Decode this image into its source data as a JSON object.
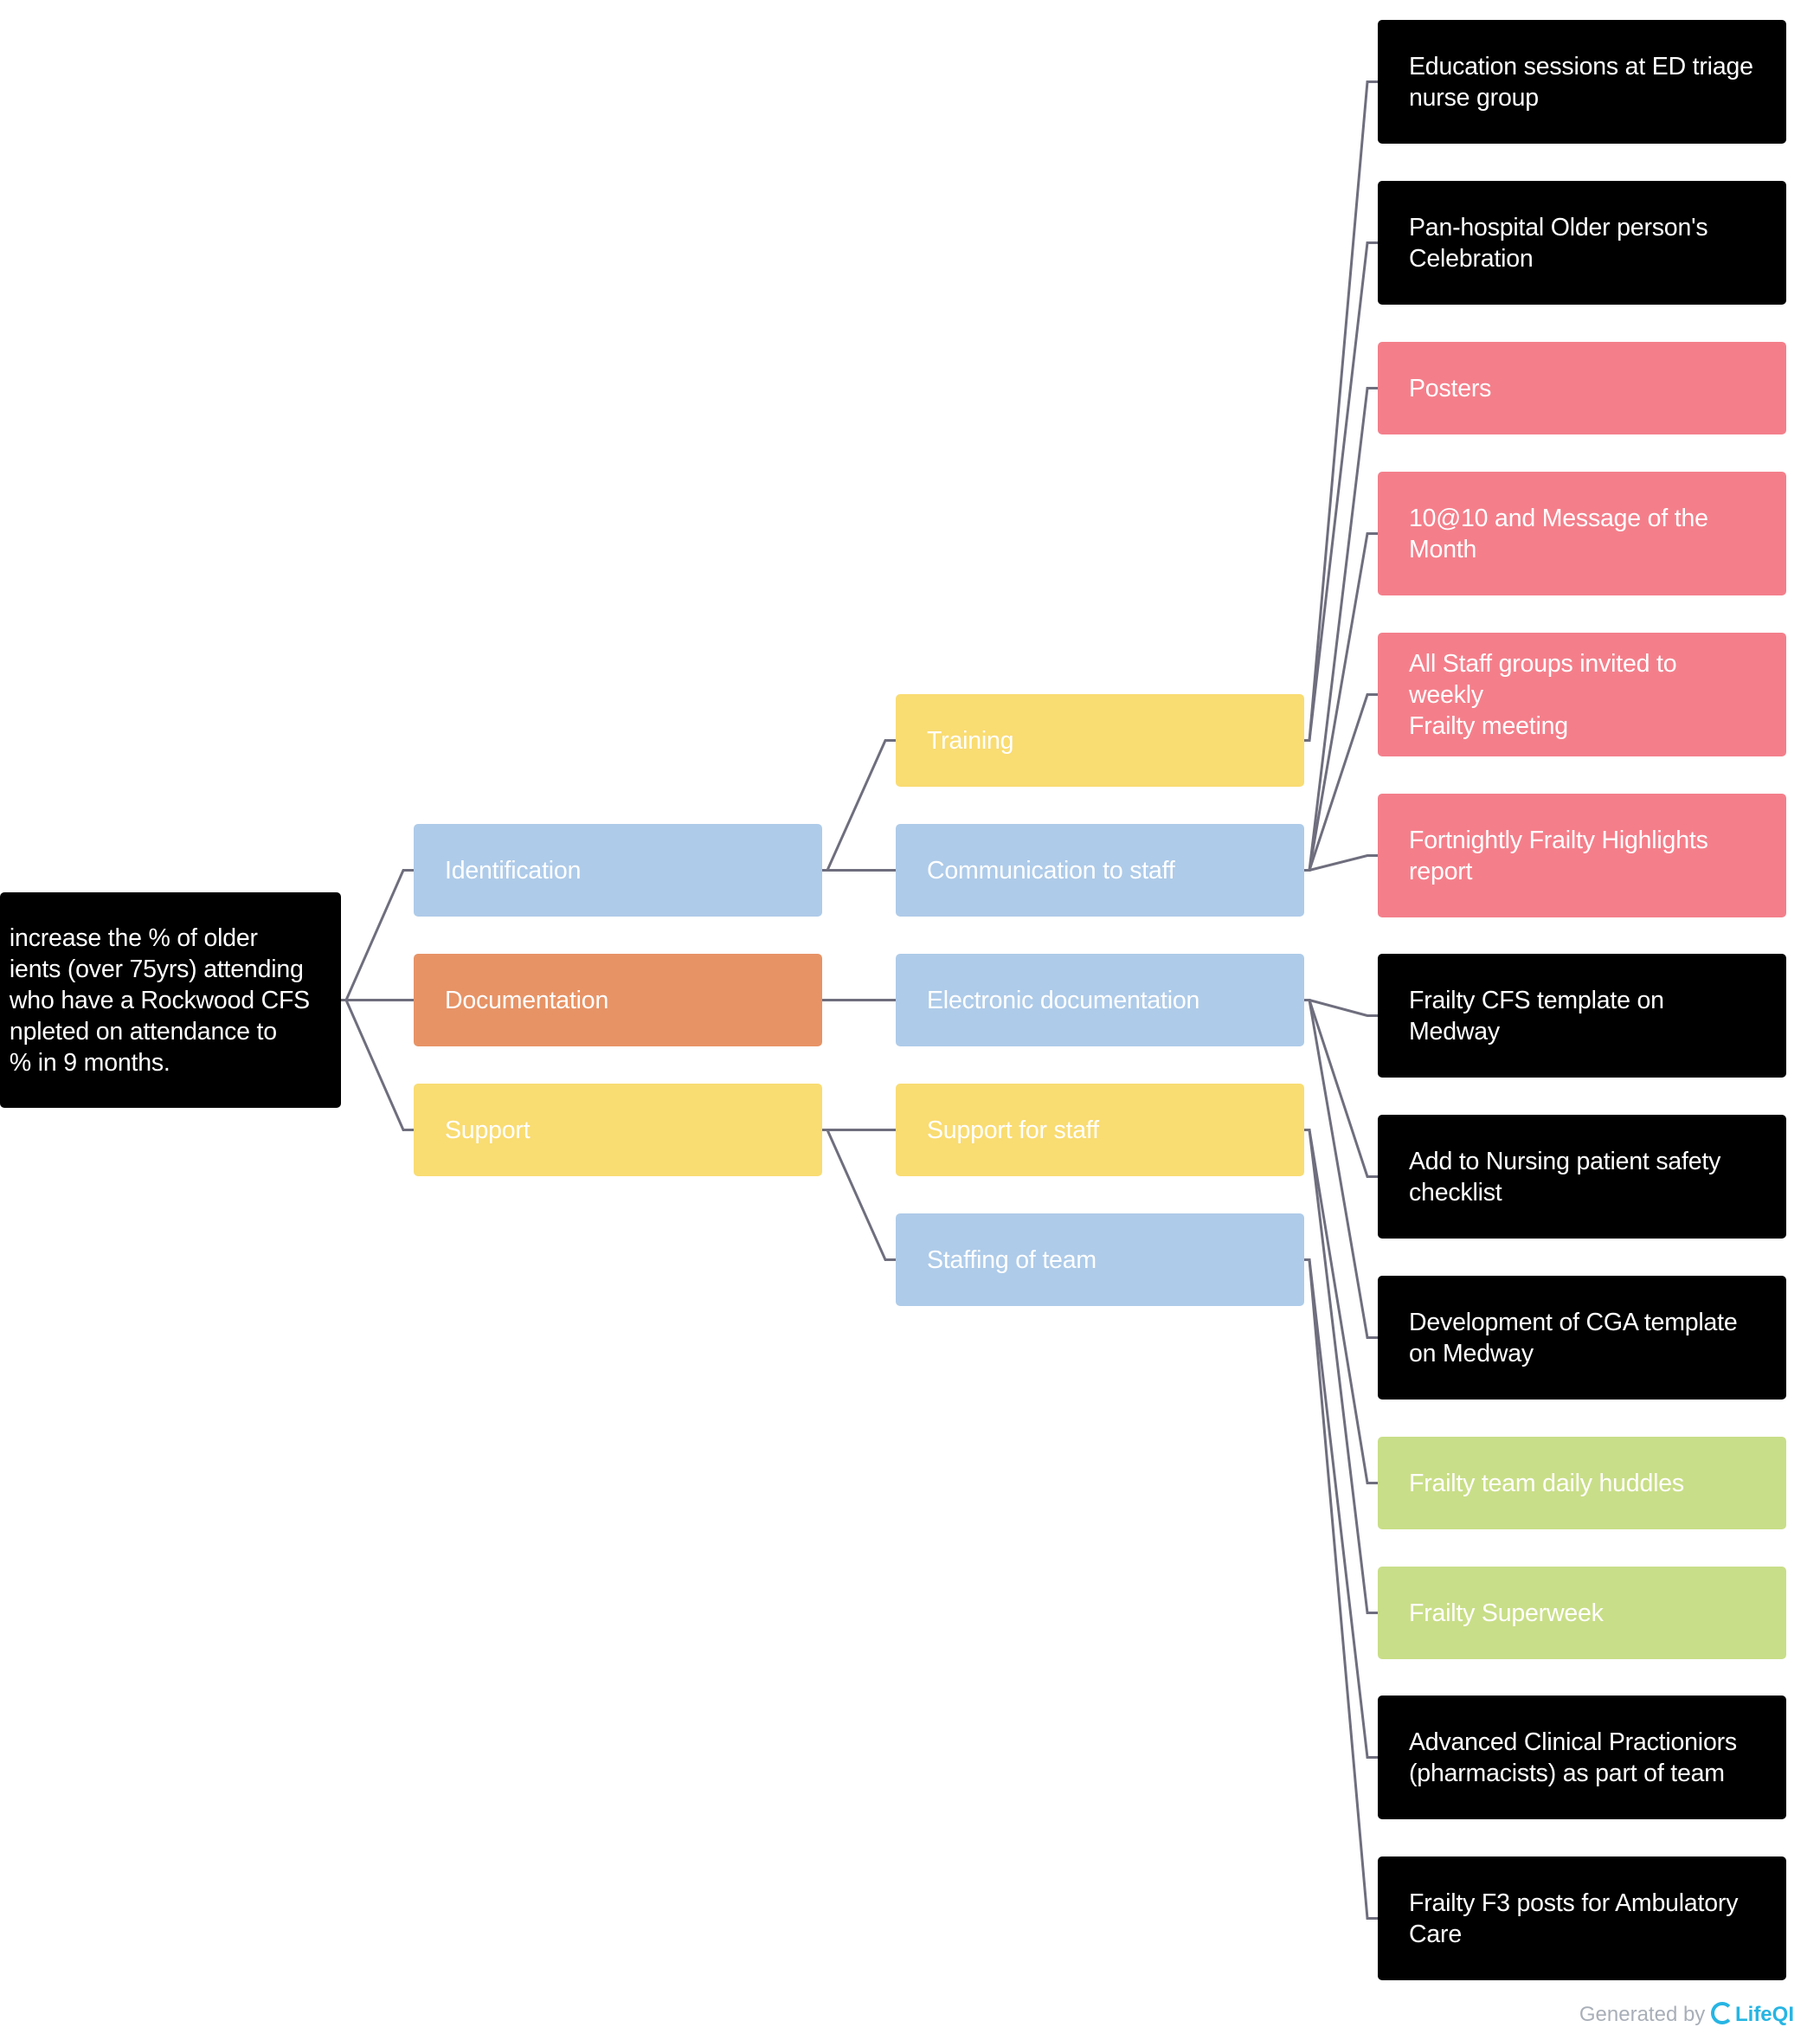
{
  "diagram": {
    "aim": {
      "lines": [
        "increase the % of older",
        "ients (over 75yrs) attending",
        " who have a Rockwood  CFS",
        "npleted on attendance to",
        "% in 9 months."
      ],
      "color": "#000000"
    },
    "primary_drivers": [
      {
        "label": "Identification",
        "color": "#aecbe9"
      },
      {
        "label": "Documentation",
        "color": "#e79366"
      },
      {
        "label": "Support",
        "color": "#f9dc72"
      }
    ],
    "secondary_drivers": [
      {
        "label": "Training",
        "color": "#f9dc72"
      },
      {
        "label": "Communication to staff",
        "color": "#aecbe9"
      },
      {
        "label": "Electronic documentation",
        "color": "#aecbe9"
      },
      {
        "label": "Support for staff",
        "color": "#f9dc72"
      },
      {
        "label": "Staffing of team",
        "color": "#aecbe9"
      }
    ],
    "change_ideas": [
      {
        "label": "Education sessions at ED triage\nnurse group",
        "color": "#000000"
      },
      {
        "label": "Pan-hospital Older person's\nCelebration",
        "color": "#000000"
      },
      {
        "label": "Posters",
        "color": "#f47f8b"
      },
      {
        "label": "10@10 and Message of the\nMonth",
        "color": "#f47f8b"
      },
      {
        "label": "All Staff groups invited to weekly\nFrailty meeting",
        "color": "#f47f8b"
      },
      {
        "label": "Fortnightly Frailty Highlights\nreport",
        "color": "#f47f8b"
      },
      {
        "label": "Frailty CFS template on\nMedway",
        "color": "#000000"
      },
      {
        "label": "Add to Nursing patient safety\nchecklist",
        "color": "#000000"
      },
      {
        "label": "Development of CGA template\non Medway",
        "color": "#000000"
      },
      {
        "label": "Frailty team daily huddles",
        "color": "#c9de88"
      },
      {
        "label": "Frailty Superweek",
        "color": "#c9de88"
      },
      {
        "label": "Advanced Clinical Practioniors\n(pharmacists) as part of team",
        "color": "#000000"
      },
      {
        "label": "Frailty F3 posts for Ambulatory\nCare",
        "color": "#000000"
      }
    ],
    "line_color": "#6e6e7e"
  },
  "footer": {
    "generated_by": "Generated by",
    "brand": "LifeQI"
  }
}
